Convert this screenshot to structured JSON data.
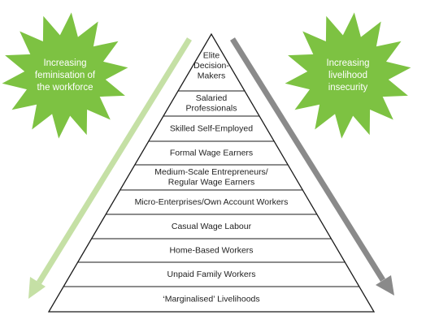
{
  "diagram": {
    "levels": [
      {
        "lines": [
          "Elite",
          "Decision-",
          "Makers"
        ]
      },
      {
        "lines": [
          "Salaried",
          "Professionals"
        ]
      },
      {
        "lines": [
          "Skilled Self-Employed"
        ]
      },
      {
        "lines": [
          "Formal Wage Earners"
        ]
      },
      {
        "lines": [
          "Medium-Scale Entrepreneurs/",
          "Regular Wage Earners"
        ]
      },
      {
        "lines": [
          "Micro-Enterprises/Own Account Workers"
        ]
      },
      {
        "lines": [
          "Casual Wage Labour"
        ]
      },
      {
        "lines": [
          "Home-Based Workers"
        ]
      },
      {
        "lines": [
          "Unpaid Family Workers"
        ]
      },
      {
        "lines": [
          "‘Marginalised’ Livelihoods"
        ]
      }
    ],
    "left_burst": {
      "lines": [
        "Increasing",
        "feminisation of",
        "the workforce"
      ],
      "color": "#7dc242"
    },
    "right_burst": {
      "lines": [
        "Increasing",
        "livelihood",
        "insecurity"
      ],
      "color": "#7dc242"
    },
    "left_arrow_color": "#c5e0a5",
    "right_arrow_color": "#8a8a8a",
    "outline_color": "#1a1a1a"
  }
}
